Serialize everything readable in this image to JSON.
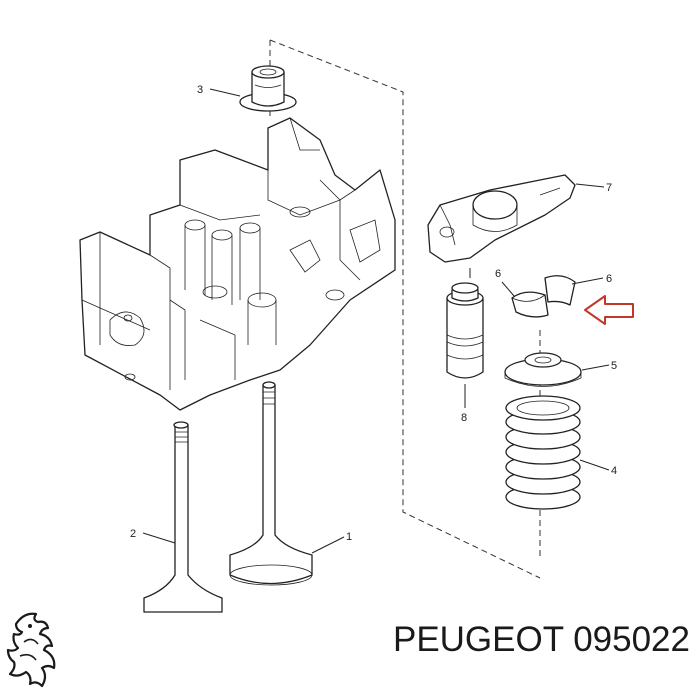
{
  "diagram": {
    "callouts": [
      {
        "id": "1",
        "label": "1"
      },
      {
        "id": "2",
        "label": "2"
      },
      {
        "id": "3",
        "label": "3"
      },
      {
        "id": "4",
        "label": "4"
      },
      {
        "id": "5",
        "label": "5"
      },
      {
        "id": "6a",
        "label": "6"
      },
      {
        "id": "6b",
        "label": "6"
      },
      {
        "id": "7",
        "label": "7"
      },
      {
        "id": "8",
        "label": "8"
      }
    ]
  },
  "caption": {
    "brand": "PEUGEOT",
    "part_number": "095022",
    "text": "PEUGEOT 095022"
  },
  "logo": {
    "icon": "lion-logo-icon",
    "brand": "PEUGEOT"
  },
  "colors": {
    "line": "#222222",
    "arrow": "#c0392b",
    "background": "#ffffff"
  }
}
